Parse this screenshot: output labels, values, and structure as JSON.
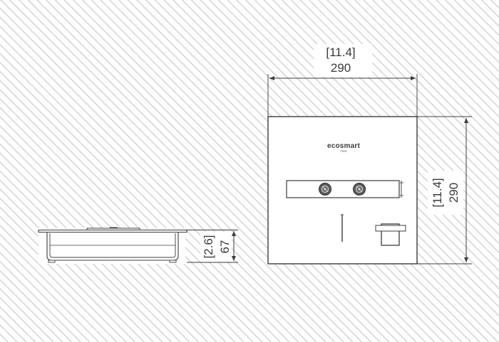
{
  "background": {
    "pattern": "diagonal-hatch",
    "hatch_color": "#d6d6d6",
    "base_color": "#ffffff"
  },
  "colors": {
    "line": "#3c3c3c",
    "panel_fill": "#ffffff"
  },
  "front_view": {
    "width_dimension": {
      "imperial": "[11.4]",
      "metric": "290"
    },
    "height_dimension": {
      "imperial": "[11.4]",
      "metric": "290"
    },
    "logo": {
      "brand": "ecosmart",
      "sub": "FIRE"
    },
    "burner_icons": [
      "burner-knob-icon",
      "burner-knob-icon"
    ]
  },
  "side_view": {
    "depth_dimension": {
      "imperial": "[2.6]",
      "metric": "67"
    }
  }
}
